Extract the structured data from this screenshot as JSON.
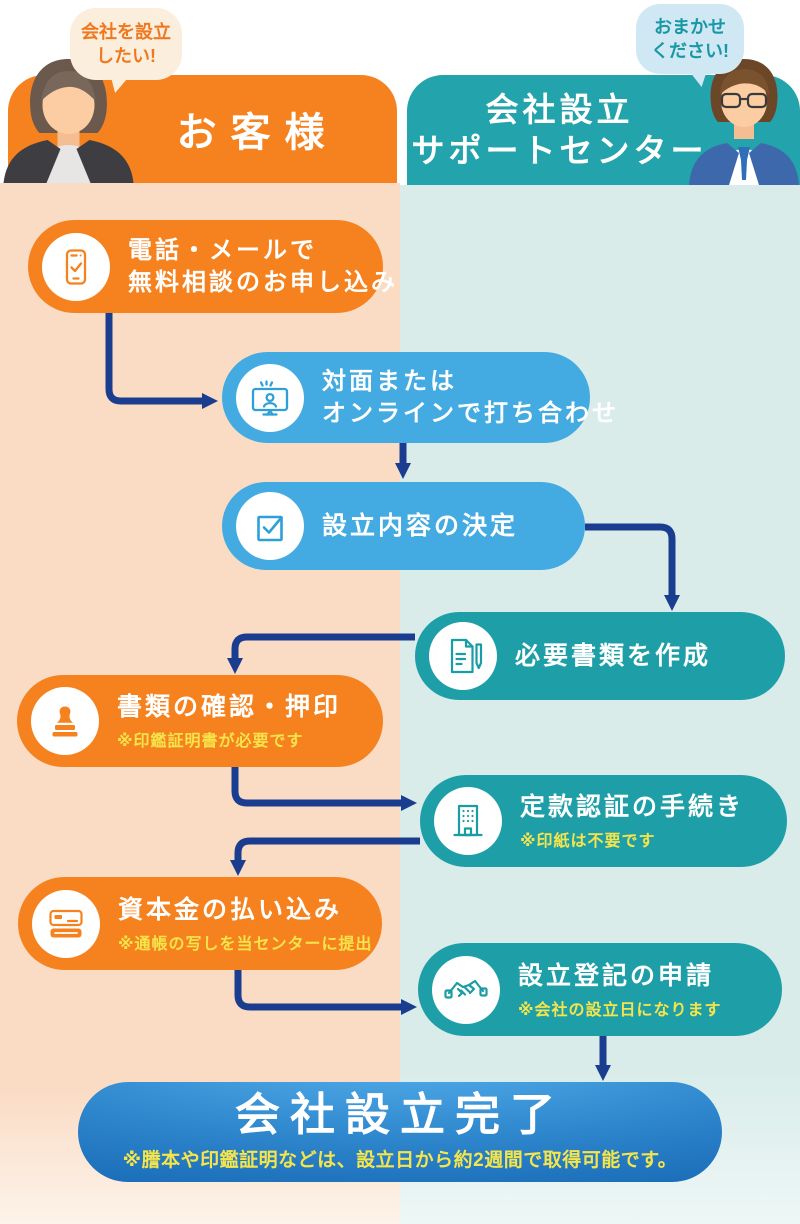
{
  "palette": {
    "orange": "#F5821F",
    "blue": "#44AAE2",
    "teal": "#1E9FA8",
    "header_teal": "#23A3AB",
    "arrow_navy": "#1B3D8F",
    "peach_bg": "#FADCC5",
    "cyan_bg": "#D9ECEA",
    "note_yellow": "#F6E44B",
    "banner_gradient": [
      "#55B0EC",
      "#1160AE"
    ]
  },
  "left_actor": {
    "bubble_lines": [
      "会社を設立",
      "したい!"
    ],
    "header": "お客様"
  },
  "right_actor": {
    "bubble_lines": [
      "おまかせ",
      "ください!"
    ],
    "header_lines": [
      "会社設立",
      "サポートセンター"
    ]
  },
  "steps": [
    {
      "icon": "smartphone-check-icon",
      "lines": [
        "電話・メールで",
        "無料相談のお申し込み"
      ],
      "note": ""
    },
    {
      "icon": "online-meeting-icon",
      "lines": [
        "対面または",
        "オンラインで打ち合わせ"
      ],
      "note": ""
    },
    {
      "icon": "checkbox-icon",
      "lines": [
        "設立内容の決定"
      ],
      "note": ""
    },
    {
      "icon": "document-pencil-icon",
      "lines": [
        "必要書類を作成"
      ],
      "note": ""
    },
    {
      "icon": "stamp-icon",
      "lines": [
        "書類の確認・押印"
      ],
      "note": "※印鑑証明書が必要です"
    },
    {
      "icon": "building-icon",
      "lines": [
        "定款認証の手続き"
      ],
      "note": "※印紙は不要です"
    },
    {
      "icon": "bankbook-icon",
      "lines": [
        "資本金の払い込み"
      ],
      "note": "※通帳の写しを当センターに提出"
    },
    {
      "icon": "handshake-icon",
      "lines": [
        "設立登記の申請"
      ],
      "note": "※会社の設立日になります"
    }
  ],
  "final_banner": {
    "title": "会社設立完了",
    "note": "※謄本や印鑑証明などは、設立日から約2週間で取得可能です。"
  }
}
